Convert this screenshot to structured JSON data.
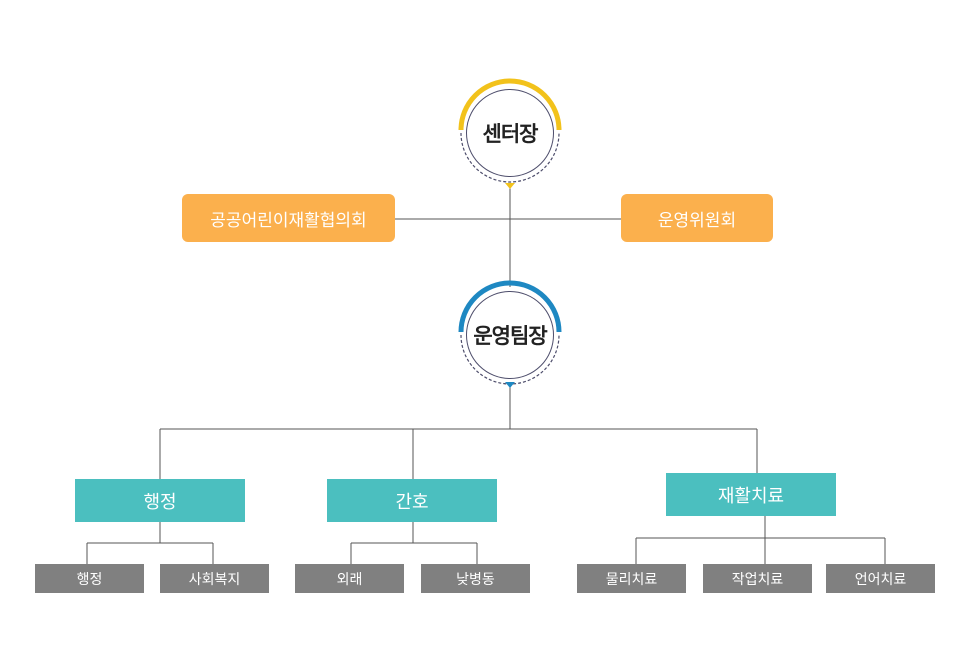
{
  "center_head": "센터장",
  "council": "공공어린이재활협의회",
  "committee": "운영위원회",
  "team_head": "운영팀장",
  "departments": [
    {
      "name": "행정",
      "units": [
        "행정",
        "사회복지"
      ]
    },
    {
      "name": "간호",
      "units": [
        "외래",
        "낮병동"
      ]
    },
    {
      "name": "재활치료",
      "units": [
        "물리치료",
        "작업치료",
        "언어치료"
      ]
    }
  ],
  "colors": {
    "center_accent": "#f2c21b",
    "team_accent": "#1e88c2",
    "orange": "#fbb04d",
    "teal": "#4bbfbf",
    "gray": "#808080"
  }
}
